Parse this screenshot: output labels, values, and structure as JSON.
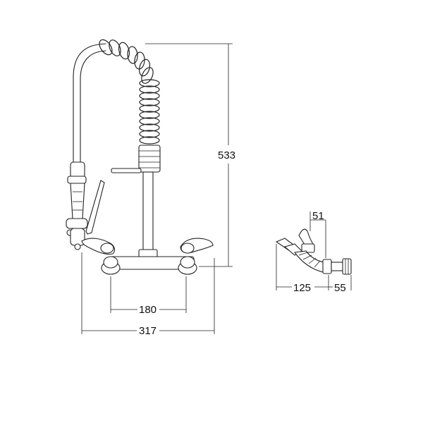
{
  "dimensions": {
    "height": "533",
    "centres": "180",
    "overall_width": "317",
    "side_top": "51",
    "side_projection": "125",
    "side_depth": "55"
  },
  "colors": {
    "line": "#222222",
    "background": "#ffffff"
  }
}
